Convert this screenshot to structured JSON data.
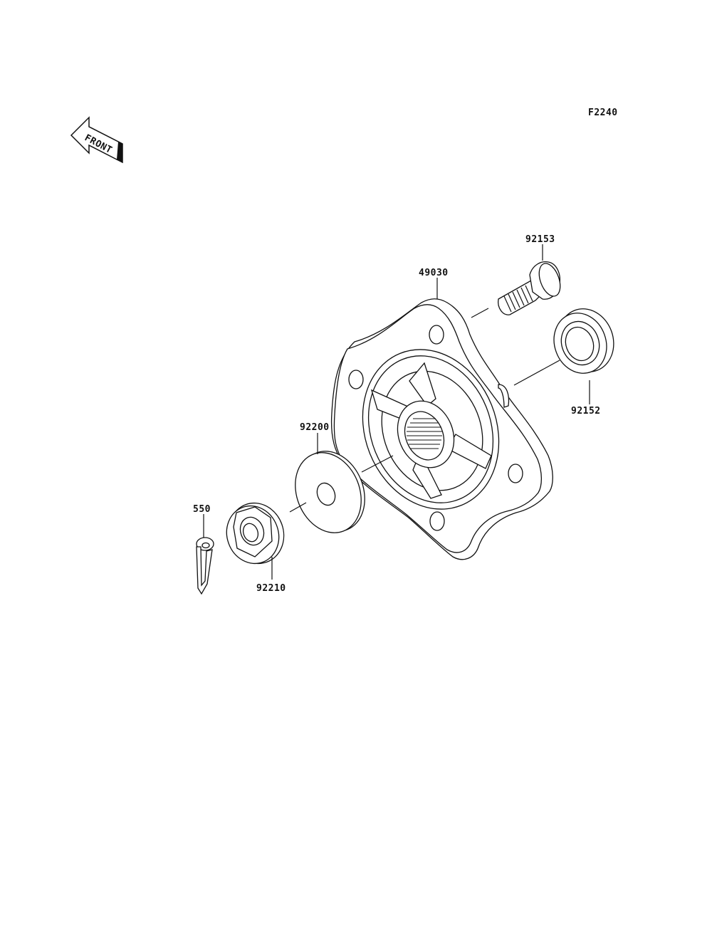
{
  "figure_code": "F2240",
  "front_marker": "FRONT",
  "parts": {
    "p92153": "92153",
    "p49030": "49030",
    "p92152": "92152",
    "p92200": "92200",
    "p550": "550",
    "p92210": "92210"
  },
  "colors": {
    "line": "#111111",
    "fill": "#ffffff"
  }
}
